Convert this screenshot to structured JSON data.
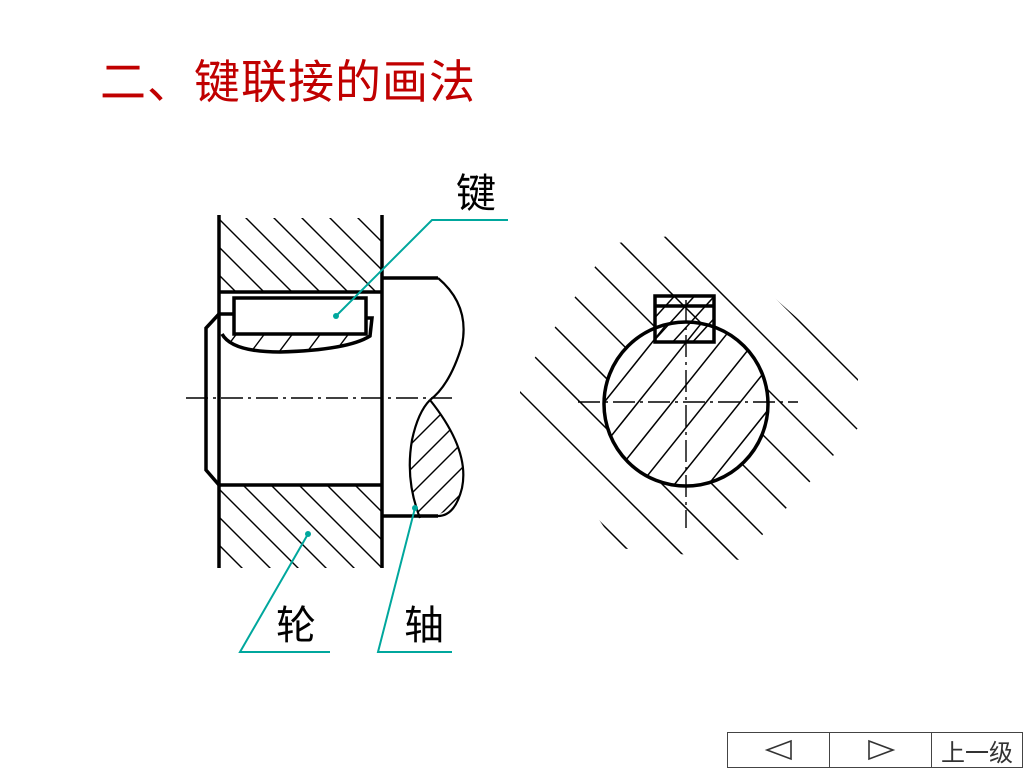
{
  "slide": {
    "title": "二、键联接的画法",
    "title_color": "#c00000"
  },
  "labels": {
    "key": "键",
    "wheel": "轮",
    "shaft": "轴"
  },
  "colors": {
    "leader": "#00a79d",
    "outline": "#000000"
  },
  "nav": {
    "prev_icon": "triangle-left-outline",
    "next_icon": "triangle-right-outline",
    "up_label": "上一级"
  }
}
